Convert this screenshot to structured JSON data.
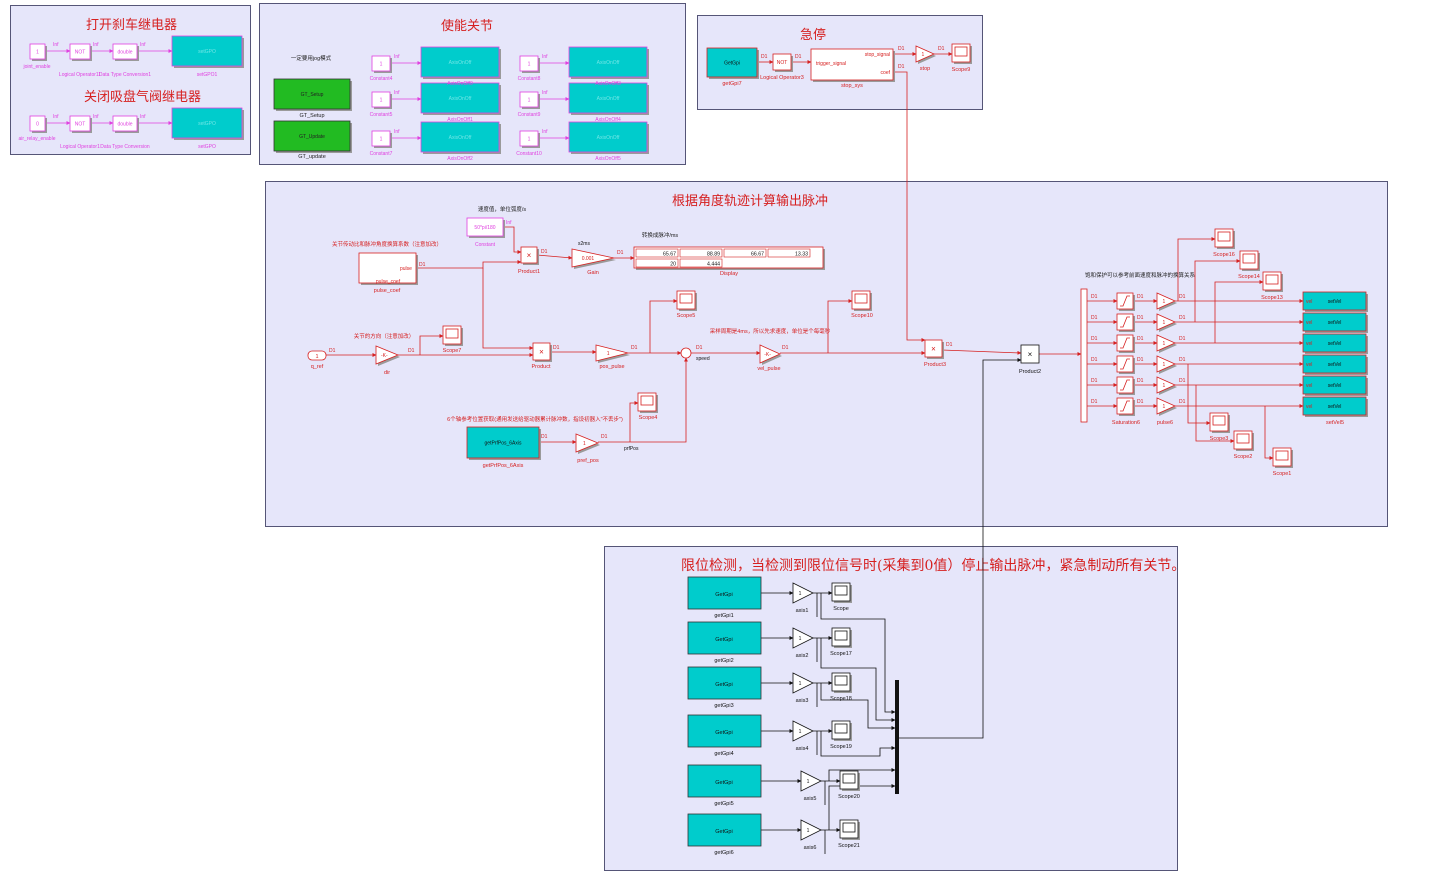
{
  "areas": {
    "brake_relay": "打开刹车继电器",
    "suction_relay": "关闭吸盘气阀继电器",
    "enable_joints": "使能关节",
    "estop": "急停",
    "pulse_calc": "根据角度轨迹计算输出脉冲",
    "limit_detect": "限位检测，当检测到限位信号时(采集到0值）停止输出脉冲，紧急制动所有关节。"
  },
  "annotations": {
    "jog_note": "一定要用jog模式",
    "speed_note": "速度值，单位弧度/s",
    "convert_note": "转换成脉冲/ms",
    "pulse_coef_note": "关节传动比和脉冲角度换算系数（注意加改）",
    "dir_note": "关节的方向（注意加改）",
    "sample_note": "采样周期是4ms，所以先求速度，单位是个每毫秒",
    "prfpos_note": "6个轴参考位置获取(通用发送给驱动器累计脉冲数，指设初器入\"不丢步\")",
    "saturation_note": "饱和保护可以参考前面速度和脉冲的换算关系"
  },
  "signals": {
    "d1": "D1",
    "inf": "Inf",
    "pulse": "pulse",
    "speed": "speed",
    "prfPos": "prfPos",
    "stop_signal": "stop_signal",
    "trigger_signal": "trigger_signal",
    "coef": "coef",
    "s2ms": "s2ms",
    "vel": "vel",
    "mask": "D1 -- D1"
  },
  "blocks": {
    "one": "1",
    "zero": "0",
    "not": "NOT",
    "double": "double",
    "setgpo": "setGPO",
    "gt_setup": "GT_Setup",
    "gt_update": "GT_Update",
    "const_expr": "50*pi/180",
    "gain_val": "0.001",
    "k_gain": "-K-",
    "mult": "×",
    "getgpi": "GetGpi",
    "getprfpos": "getPrfPos_6Axis",
    "setvel": "setVel",
    "axis_onoff": "AxisOnOff",
    "pulse_coef": "pulse_coef",
    "q_ref": "1"
  },
  "names": {
    "joint_enable": "joint_enable",
    "logical_op11": "Logical Operator11",
    "dtc1": "Data Type Conversion1",
    "setgpo1": "setGPO1",
    "air_relay": "air_relay_enable",
    "logical_op1": "Logical Operator1",
    "dtc": "Data Type Conversion",
    "setgpo": "setGPO",
    "gt_setup": "GT_Setup",
    "gt_update": "GT_update",
    "constant4": "Constant4",
    "constant5": "Constant5",
    "constant7": "Constant7",
    "constant8": "Constant8",
    "constant9": "Constant9",
    "constant10": "Constant10",
    "axisonoff0": "AxisOnOff0",
    "axisonoff1": "AxisOnOff1",
    "axisonoff2": "AxisOnOff2",
    "axisonoff3": "AxisOnOff3",
    "axisonoff4": "AxisOnOff4",
    "axisonoff5": "AxisOnOff5",
    "getgpi7": "getGpi7",
    "logical_op3": "Logical Operator3",
    "stop_sys": "stop_sys",
    "stop": "stop",
    "scope9": "Scope9",
    "constant": "Constant",
    "product1": "Product1",
    "gain": "Gain",
    "display": "Display",
    "pulse_coef": "pulse_coef",
    "scope5": "Scope5",
    "scope7": "Scope7",
    "scope10": "Scope10",
    "scope4": "Scope4",
    "q_ref": "q_ref",
    "dir": "dir",
    "product": "Product",
    "pos_pulse": "pos_pulse",
    "vel_pulse": "vel_pulse",
    "product3": "Product3",
    "product2": "Product2",
    "getprfpos": "getPrfPos_6Axis",
    "pref_pos": "pref_pos",
    "saturation6": "Saturation6",
    "pulse6": "pulse6",
    "setvel5": "setVel5",
    "scope1": "Scope1",
    "scope2": "Scope2",
    "scope3": "Scope3",
    "scope13": "Scope13",
    "scope14": "Scope14",
    "scope16": "Scope16",
    "limit_scopes": [
      "Scope",
      "Scope17",
      "Scope18",
      "Scope19",
      "Scope20",
      "Scope21"
    ],
    "limit_gpis": [
      "getGpi1",
      "getGpi2",
      "getGpi3",
      "getGpi4",
      "getGpi5",
      "getGpi6"
    ],
    "limit_axes": [
      "axis1",
      "axis2",
      "axis3",
      "axis4",
      "axis5",
      "axis6"
    ]
  },
  "display_values": [
    "65.67",
    "88.89",
    "66.67",
    "13.33",
    "20",
    "4.444"
  ],
  "colors": {
    "background": "#ffffff",
    "area_fill": "#e6e6fa",
    "block_line": "#d62020",
    "magenta": "#e040e0",
    "cyan_block": "#00cccc",
    "green_block": "#22bb22",
    "title_red": "#d62020"
  }
}
